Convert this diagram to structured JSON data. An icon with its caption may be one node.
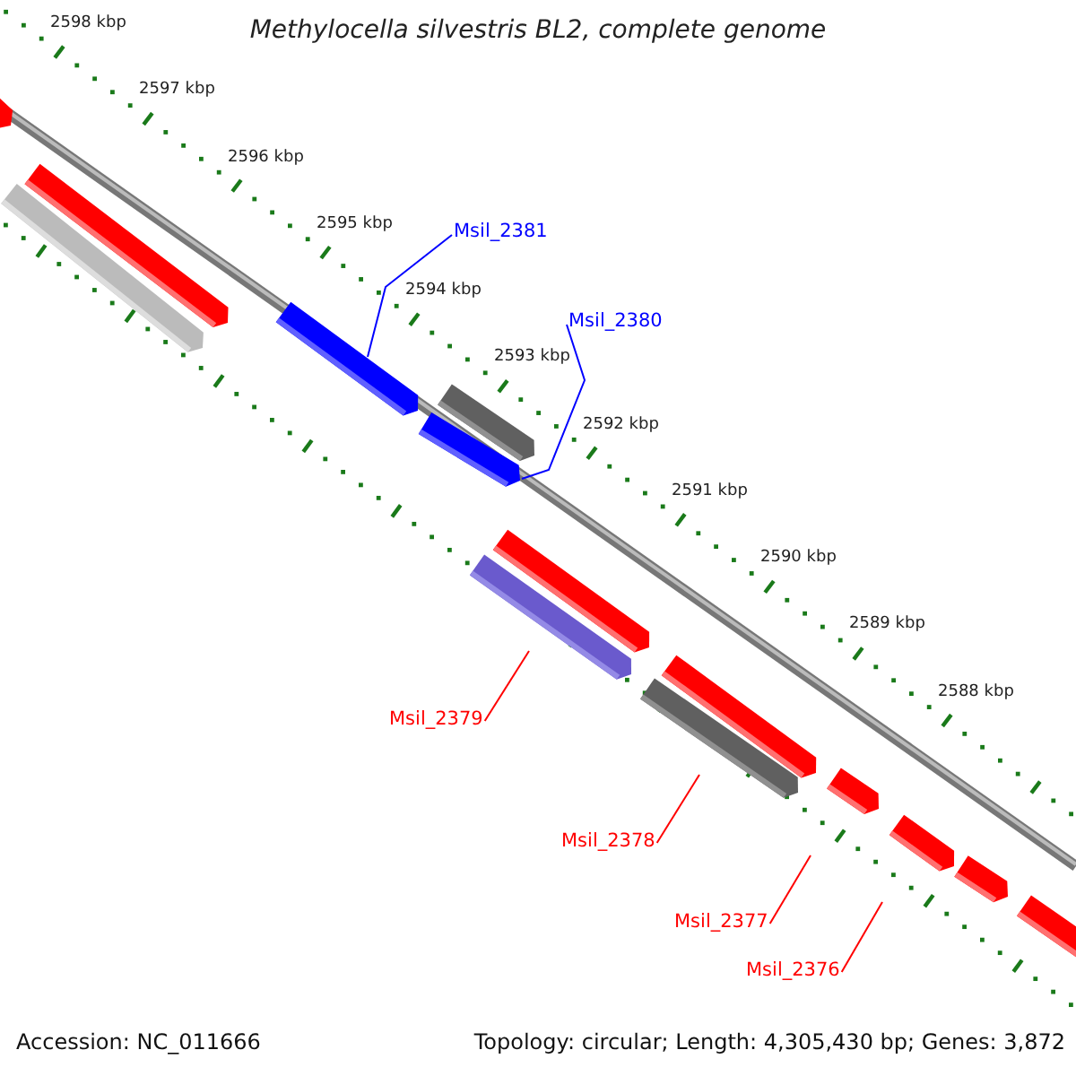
{
  "diagram": {
    "title": "Methylocella silvestris BL2, complete genome",
    "nodes": [
      {
        "text": [
          "Msil_2381"
        ]
      },
      {
        "text": [
          "Msil_2380"
        ]
      },
      {
        "text": [
          "Msil_2379"
        ]
      },
      {
        "text": [
          "Msil_2378"
        ]
      },
      {
        "text": [
          "Msil_2377"
        ]
      },
      {
        "text": [
          "Msil_2376"
        ]
      },
      {
        "text": [],
        "shape": "bar"
      },
      {
        "text": [],
        "shape": "bar"
      }
    ],
    "edges": [
      {
        "from": 0,
        "to": 6,
        "arrow": "none",
        "color": "#0000ff"
      },
      {
        "from": 1,
        "to": 7,
        "arrow": "none",
        "color": "#0000ff"
      },
      {
        "from": 2,
        "to": null,
        "arrow": "none"
      },
      {
        "from": 3,
        "to": null,
        "arrow": "none"
      },
      {
        "from": 4,
        "to": null,
        "arrow": "none"
      },
      {
        "from": 5,
        "to": null,
        "arrow": "none"
      }
    ],
    "labels": [
      "2598 kbp",
      "2597 kbp",
      "2596 kbp",
      "2595 kbp",
      "2594 kbp",
      "2593 kbp",
      "2592 kbp",
      "2591 kbp",
      "2590 kbp",
      "2589 kbp",
      "2588 kbp",
      "Accession: NC_011666",
      "Topology: circular; Length: 4,305,430 bp; Genes: 3,872"
    ]
  }
}
